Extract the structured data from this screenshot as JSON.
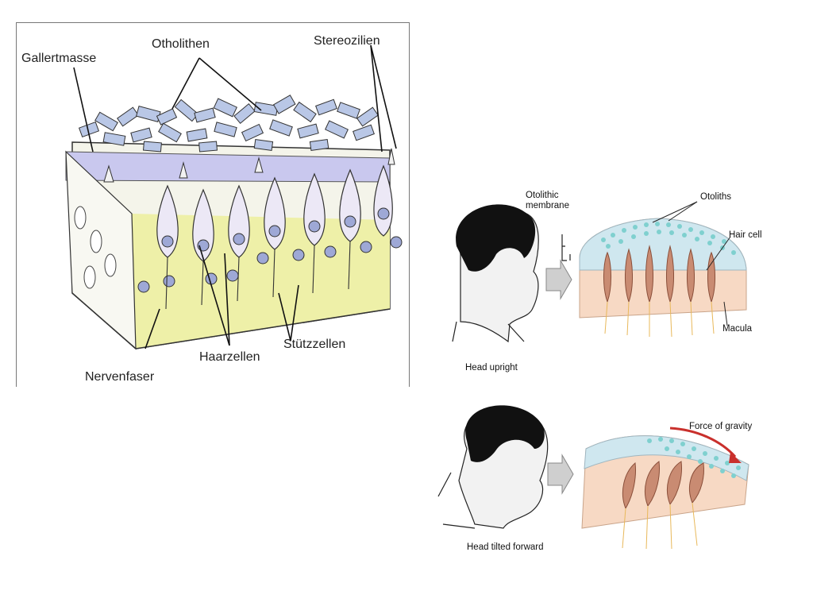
{
  "left_figure": {
    "labels": {
      "gallertmasse": "Gallertmasse",
      "otholithen": "Otholithen",
      "stereozilien": "Stereozilien",
      "nervenfaser": "Nervenfaser",
      "haarzellen": "Haarzellen",
      "stuetzzellen": "Stützzellen"
    }
  },
  "right_top": {
    "otolithic_membrane": "Otolithic membrane",
    "otoliths": "Otoliths",
    "hair_cell": "Hair cell",
    "macula": "Macula",
    "caption": "Head upright"
  },
  "right_bottom": {
    "force": "Force of gravity",
    "caption": "Head tilted forward"
  },
  "colors": {
    "gel_layer": "#c9c8ee",
    "support_layer": "#eef0a8",
    "hair_cell_body": "#ece8f6",
    "macula_tissue": "#f7d9c4",
    "otolith_dots": "#7fd0cf",
    "gravity_arrow": "#c9302c"
  }
}
